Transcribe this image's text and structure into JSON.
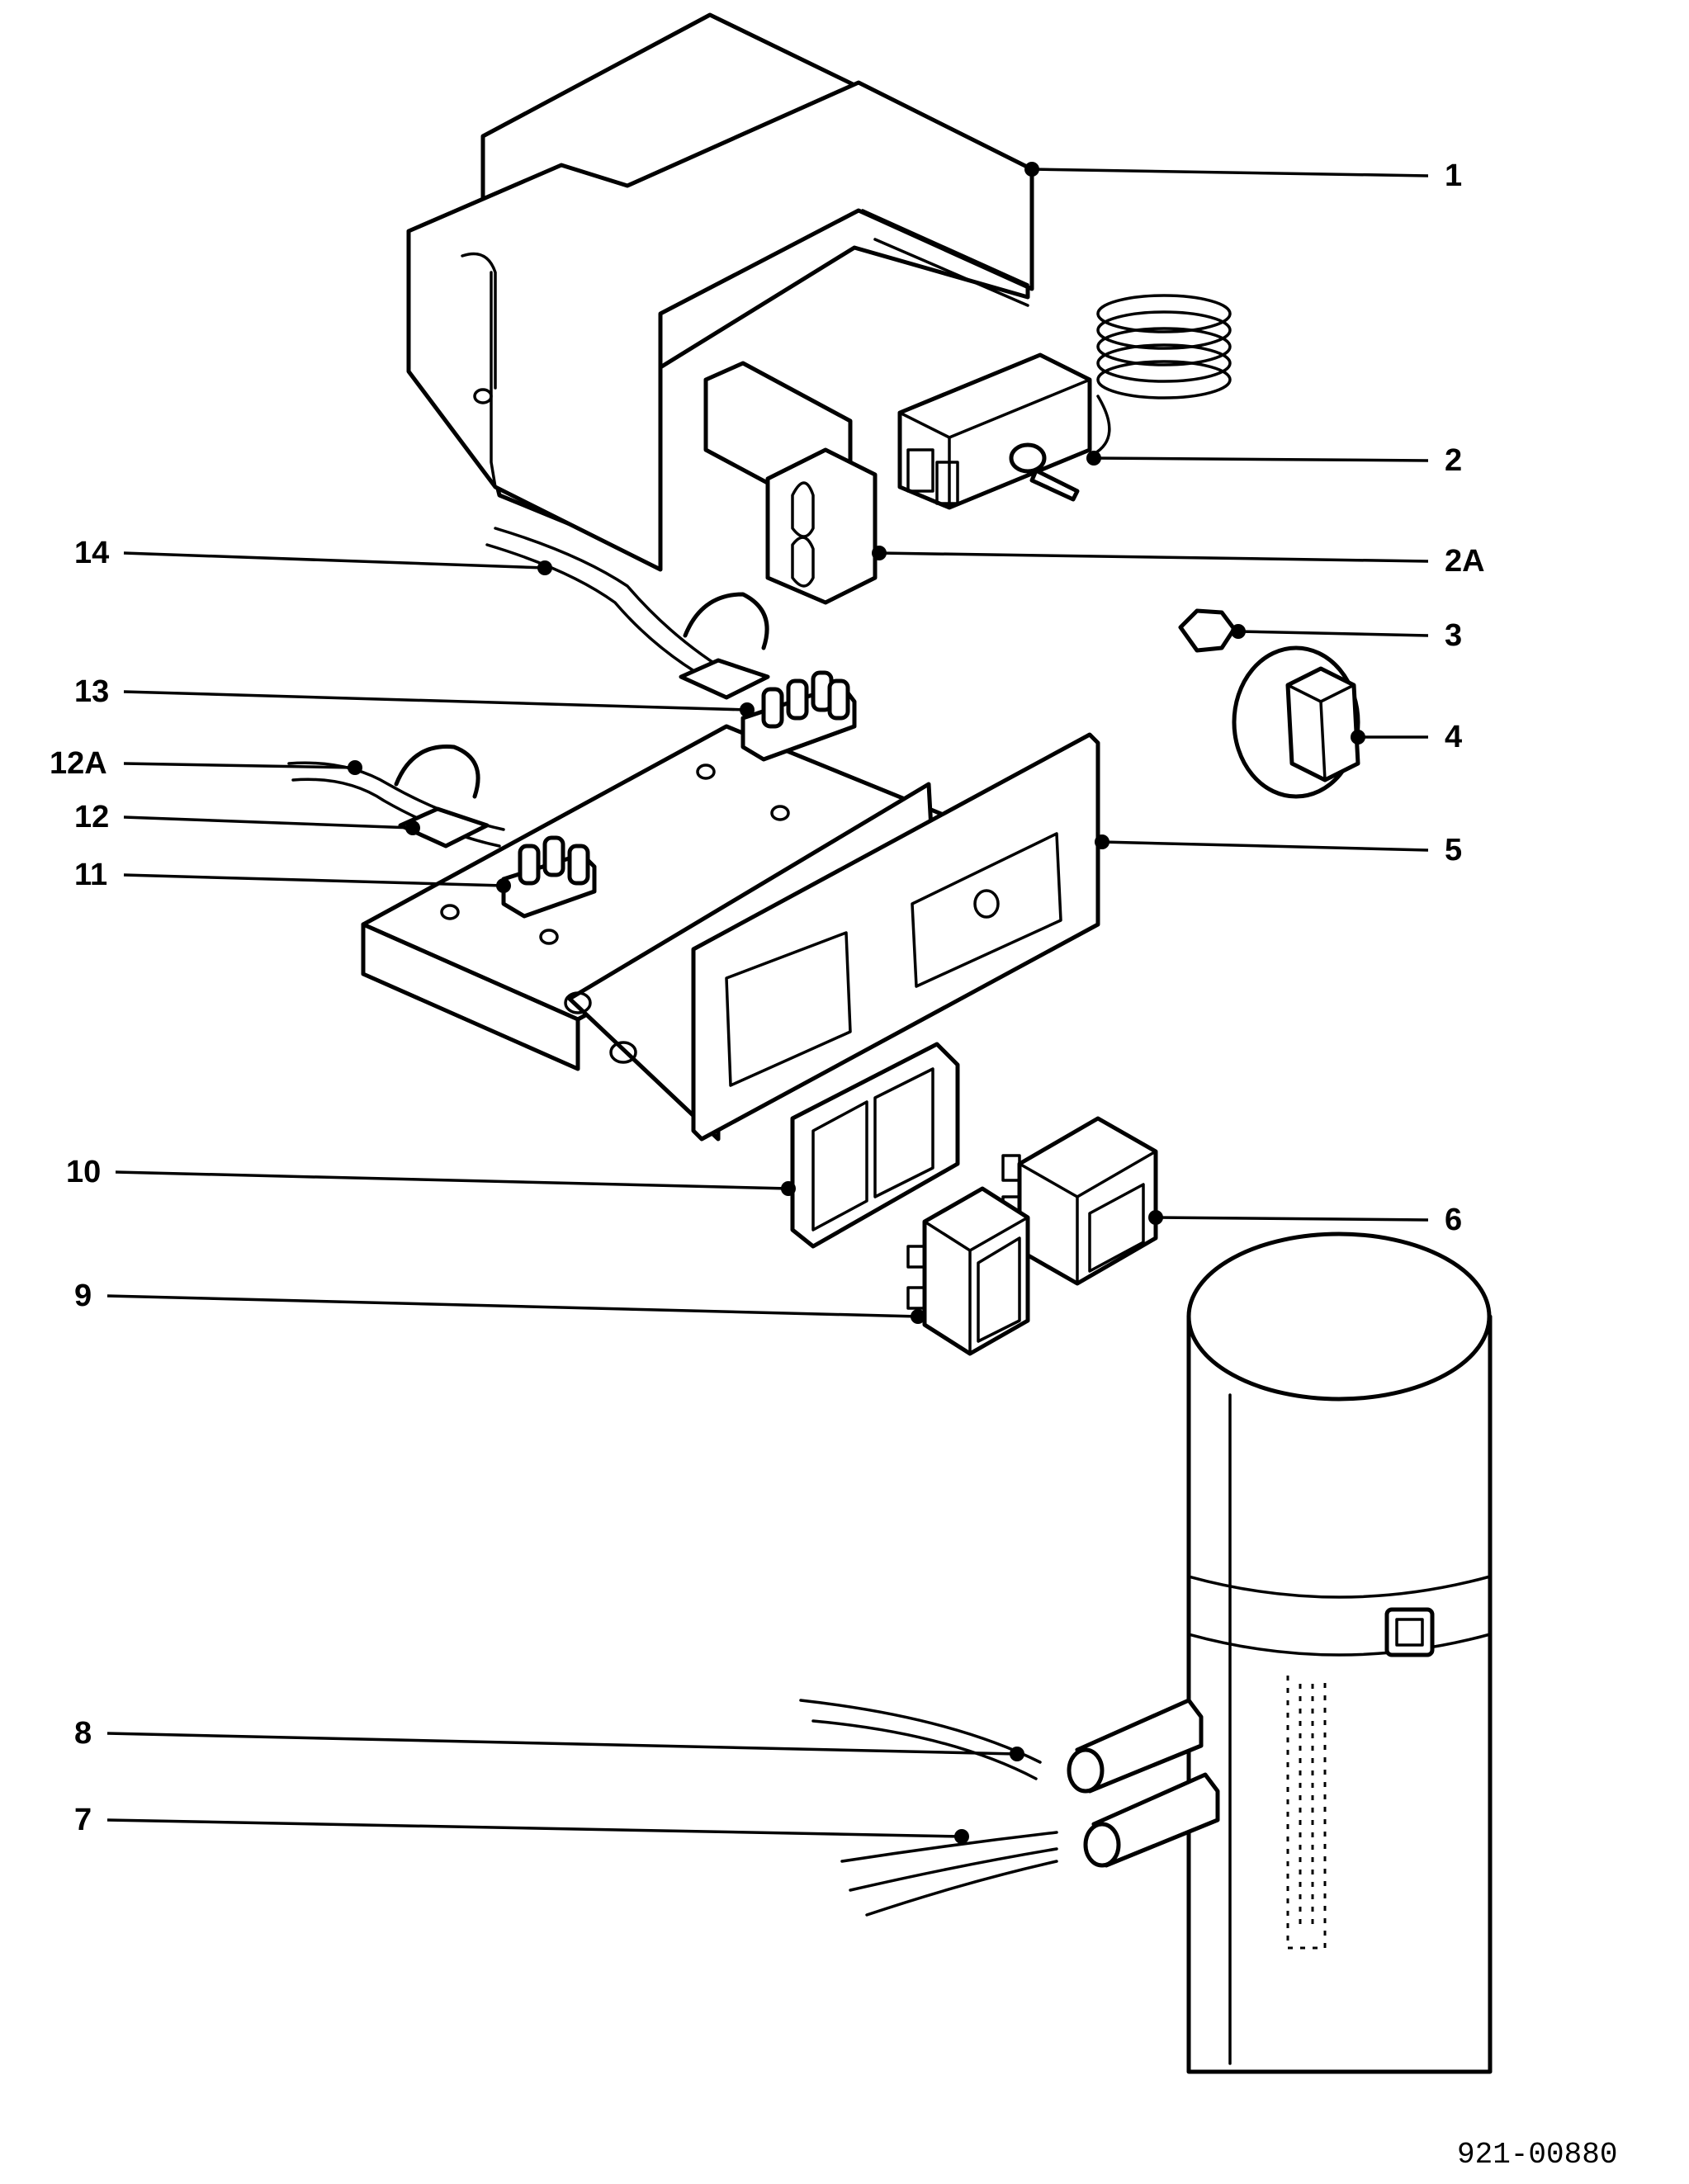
{
  "callouts": [
    {
      "id": "c1",
      "label": "1"
    },
    {
      "id": "c2",
      "label": "2"
    },
    {
      "id": "c2A",
      "label": "2A"
    },
    {
      "id": "c3",
      "label": "3"
    },
    {
      "id": "c4",
      "label": "4"
    },
    {
      "id": "c5",
      "label": "5"
    },
    {
      "id": "c6",
      "label": "6"
    },
    {
      "id": "c7",
      "label": "7"
    },
    {
      "id": "c8",
      "label": "8"
    },
    {
      "id": "c9",
      "label": "9"
    },
    {
      "id": "c10",
      "label": "10"
    },
    {
      "id": "c11",
      "label": "11"
    },
    {
      "id": "c12",
      "label": "12"
    },
    {
      "id": "c12A",
      "label": "12A"
    },
    {
      "id": "c13",
      "label": "13"
    },
    {
      "id": "c14",
      "label": "14"
    }
  ],
  "document_id": "921-00880"
}
